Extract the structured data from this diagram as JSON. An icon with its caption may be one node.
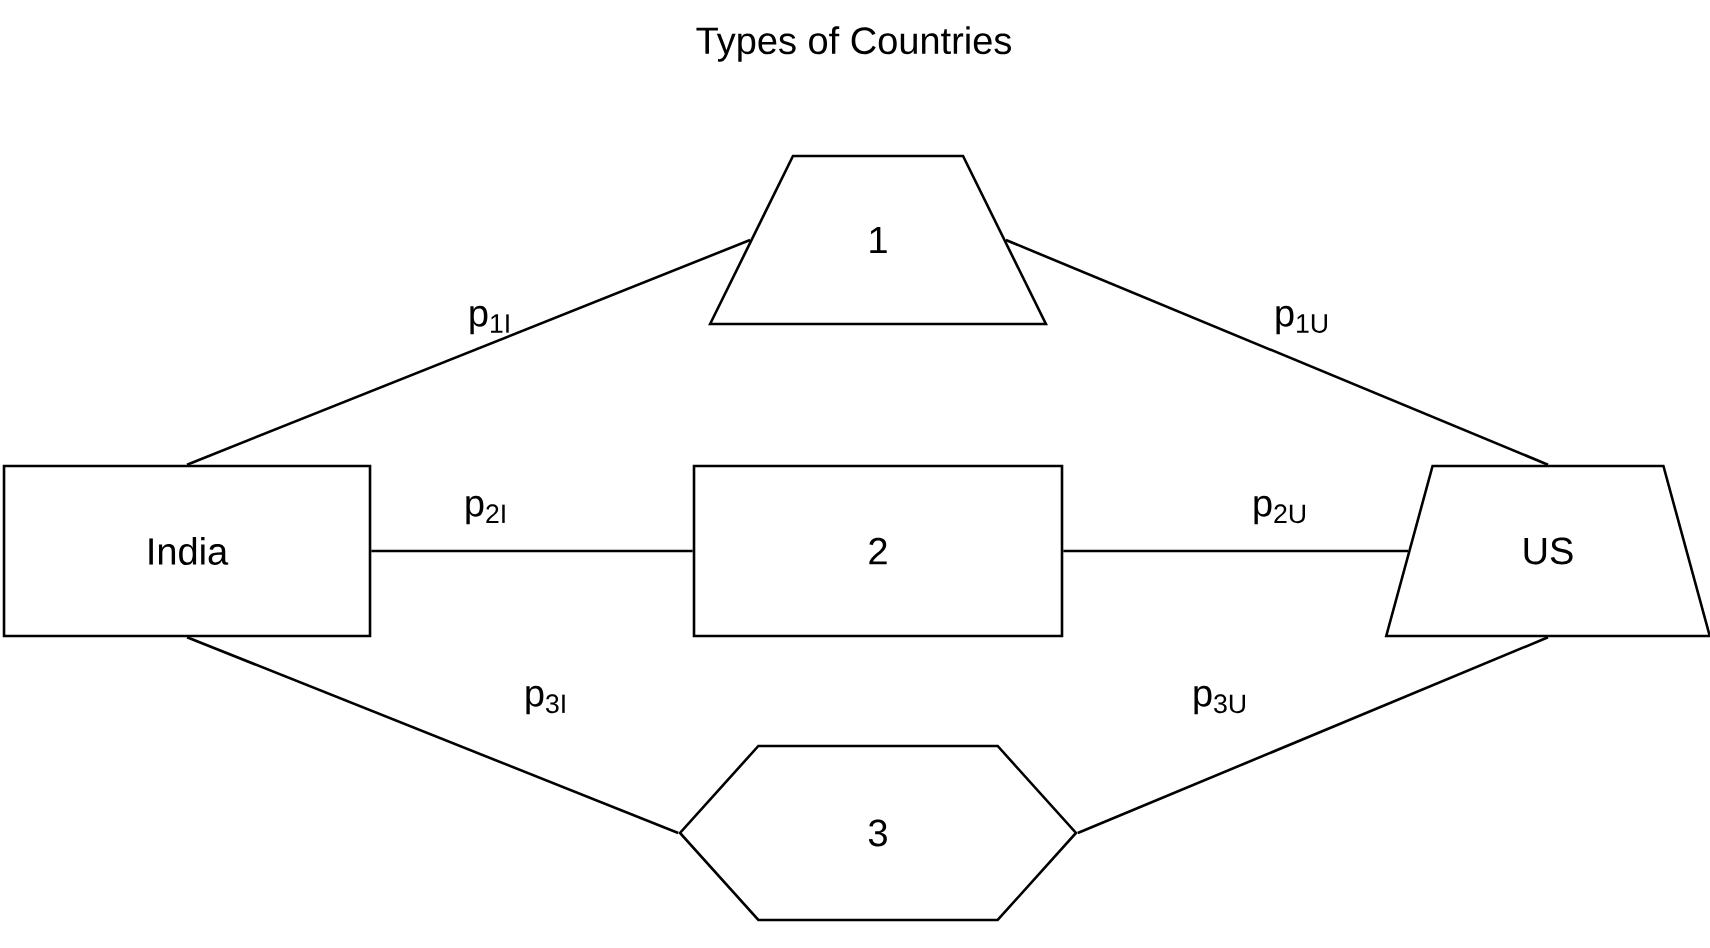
{
  "diagram": {
    "title": "Types of Countries",
    "nodes": [
      {
        "text": [
          "1"
        ]
      },
      {
        "text": [
          "India"
        ]
      },
      {
        "text": [
          "2"
        ]
      },
      {
        "text": [
          "US"
        ]
      },
      {
        "text": [
          "3"
        ]
      }
    ],
    "edges": [
      {
        "from": 1,
        "to": 0,
        "arrow": "none",
        "label": "p$_{1I}$"
      },
      {
        "from": 0,
        "to": 3,
        "arrow": "none",
        "label": "p$_{1U}$"
      },
      {
        "from": 1,
        "to": 2,
        "arrow": "none",
        "label": "p$_{2I}$"
      },
      {
        "from": 2,
        "to": 3,
        "arrow": "none",
        "label": "p$_{2U}$"
      },
      {
        "from": 1,
        "to": 4,
        "arrow": "none",
        "label": "p$_{3I}$"
      },
      {
        "from": 4,
        "to": 3,
        "arrow": "none",
        "label": "p$_{3U}$"
      }
    ]
  }
}
